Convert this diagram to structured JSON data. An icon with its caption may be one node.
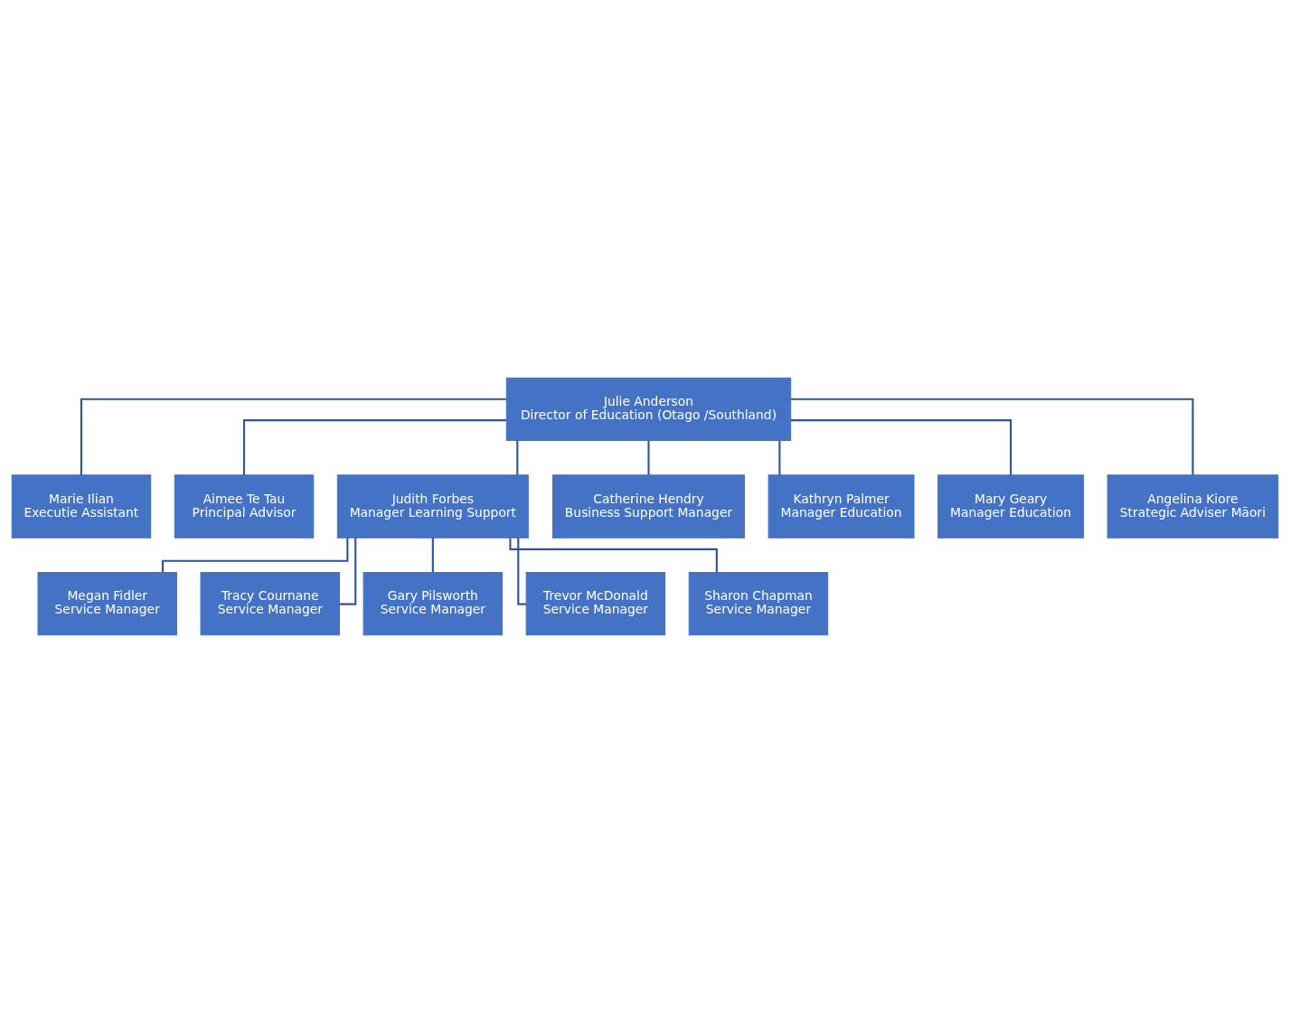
{
  "diagram": {
    "nodes": [
      {
        "text": [
          "Julie Anderson",
          "Director of Education (Otago /Southland)"
        ]
      },
      {
        "text": [
          "Marie Ilian",
          "Executie Assistant"
        ]
      },
      {
        "text": [
          "Aimee Te Tau",
          "Principal Advisor"
        ]
      },
      {
        "text": [
          "Judith Forbes",
          "Manager Learning Support"
        ]
      },
      {
        "text": [
          "Catherine Hendry",
          "Business Support Manager"
        ]
      },
      {
        "text": [
          "Kathryn Palmer",
          "Manager Education"
        ]
      },
      {
        "text": [
          "Mary Geary",
          "Manager Education"
        ]
      },
      {
        "text": [
          "Angelina Kiore",
          "Strategic Adviser Māori"
        ]
      },
      {
        "text": [
          "Megan Fidler",
          "Service Manager"
        ]
      },
      {
        "text": [
          "Tracy Cournane",
          "Service Manager"
        ]
      },
      {
        "text": [
          "Gary Pilsworth",
          "Service Manager"
        ]
      },
      {
        "text": [
          "Trevor McDonald",
          "Service Manager"
        ]
      },
      {
        "text": [
          "Sharon Chapman",
          "Service Manager"
        ]
      }
    ],
    "edges": [
      {
        "from": 0,
        "to": 1,
        "arrow": "none"
      },
      {
        "from": 0,
        "to": 2,
        "arrow": "none"
      },
      {
        "from": 0,
        "to": 3,
        "arrow": "none"
      },
      {
        "from": 0,
        "to": 4,
        "arrow": "none"
      },
      {
        "from": 0,
        "to": 5,
        "arrow": "none"
      },
      {
        "from": 0,
        "to": 6,
        "arrow": "none"
      },
      {
        "from": 0,
        "to": 7,
        "arrow": "none"
      },
      {
        "from": 3,
        "to": 8,
        "arrow": "none"
      },
      {
        "from": 3,
        "to": 9,
        "arrow": "none"
      },
      {
        "from": 3,
        "to": 10,
        "arrow": "none"
      },
      {
        "from": 3,
        "to": 11,
        "arrow": "none"
      },
      {
        "from": 3,
        "to": 12,
        "arrow": "none"
      }
    ]
  }
}
